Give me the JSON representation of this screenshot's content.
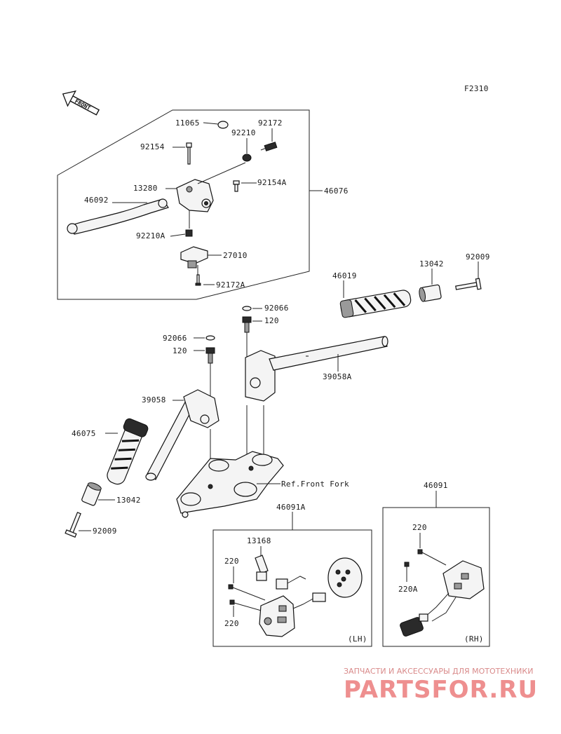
{
  "figure_code": "F2310",
  "front_marker": "FRONT",
  "labels": {
    "p11065": "11065",
    "p92172": "92172",
    "p92154": "92154",
    "p92210": "92210",
    "p13280": "13280",
    "p92154A": "92154A",
    "p46076": "46076",
    "p46092": "46092",
    "p92210A": "92210A",
    "p27010": "27010",
    "p92172A": "92172A",
    "p46019": "46019",
    "p13042_top": "13042",
    "p92009_top": "92009",
    "p92066_top": "92066",
    "p120_top": "120",
    "p92066_left": "92066",
    "p120_left": "120",
    "p39058A": "39058A",
    "p39058": "39058",
    "p46075": "46075",
    "p13042_bot": "13042",
    "p92009_bot": "92009",
    "ref_front_fork": "Ref.Front Fork",
    "p46091A": "46091A",
    "p46091": "46091",
    "p13168": "13168",
    "p220_lh1": "220",
    "p220_lh2": "220",
    "p220_rh": "220",
    "p220A": "220A",
    "lh": "(LH)",
    "rh": "(RH)"
  },
  "watermark": {
    "caption": "ЗАПЧАСТИ И АКСЕССУАРЫ ДЛЯ МОТОТЕХНИКИ",
    "logo": "PARTSFOR.RU"
  }
}
